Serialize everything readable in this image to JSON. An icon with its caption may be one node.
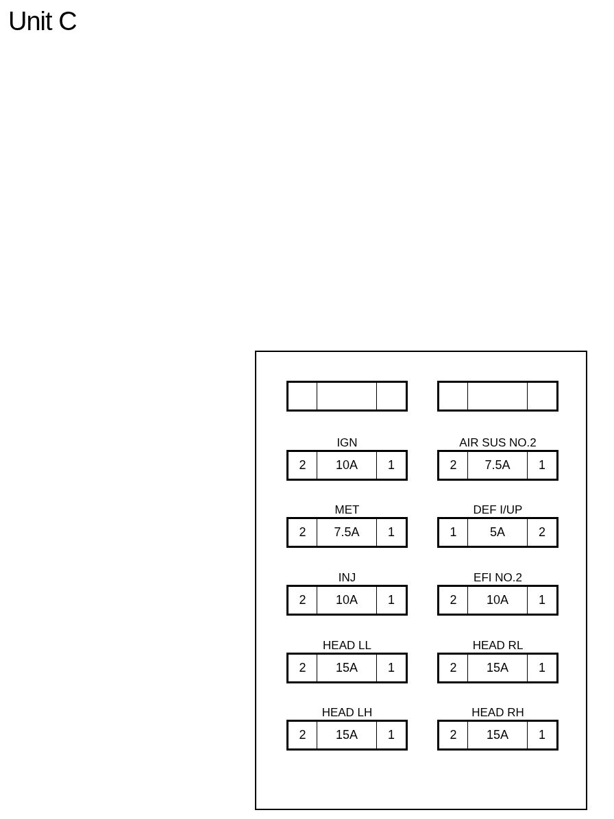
{
  "diagram": {
    "title": "Unit C",
    "nodes": [
      {
        "text": [],
        "shape": "box"
      },
      {
        "text": [],
        "shape": "box",
        "in": 0
      },
      {
        "text": [],
        "shape": "box",
        "in": 0
      },
      {
        "text": [
          "IGN",
          "2",
          "10A",
          "1"
        ],
        "in": 0
      },
      {
        "text": [
          "AIR SUS NO.2",
          "2",
          "7.5A",
          "1"
        ],
        "in": 0
      },
      {
        "text": [
          "MET",
          "2",
          "7.5A",
          "1"
        ],
        "in": 0
      },
      {
        "text": [
          "DEF I/UP",
          "1",
          "5A",
          "2"
        ],
        "in": 0
      },
      {
        "text": [
          "INJ",
          "2",
          "10A",
          "1"
        ],
        "in": 0
      },
      {
        "text": [
          "EFI NO.2",
          "2",
          "10A",
          "1"
        ],
        "in": 0
      },
      {
        "text": [
          "HEAD LL",
          "2",
          "15A",
          "1"
        ],
        "in": 0
      },
      {
        "text": [
          "HEAD RL",
          "2",
          "15A",
          "1"
        ],
        "in": 0
      },
      {
        "text": [
          "HEAD LH",
          "2",
          "15A",
          "1"
        ],
        "in": 0
      },
      {
        "text": [
          "HEAD RH",
          "2",
          "15A",
          "1"
        ],
        "in": 0
      }
    ],
    "edges": []
  }
}
